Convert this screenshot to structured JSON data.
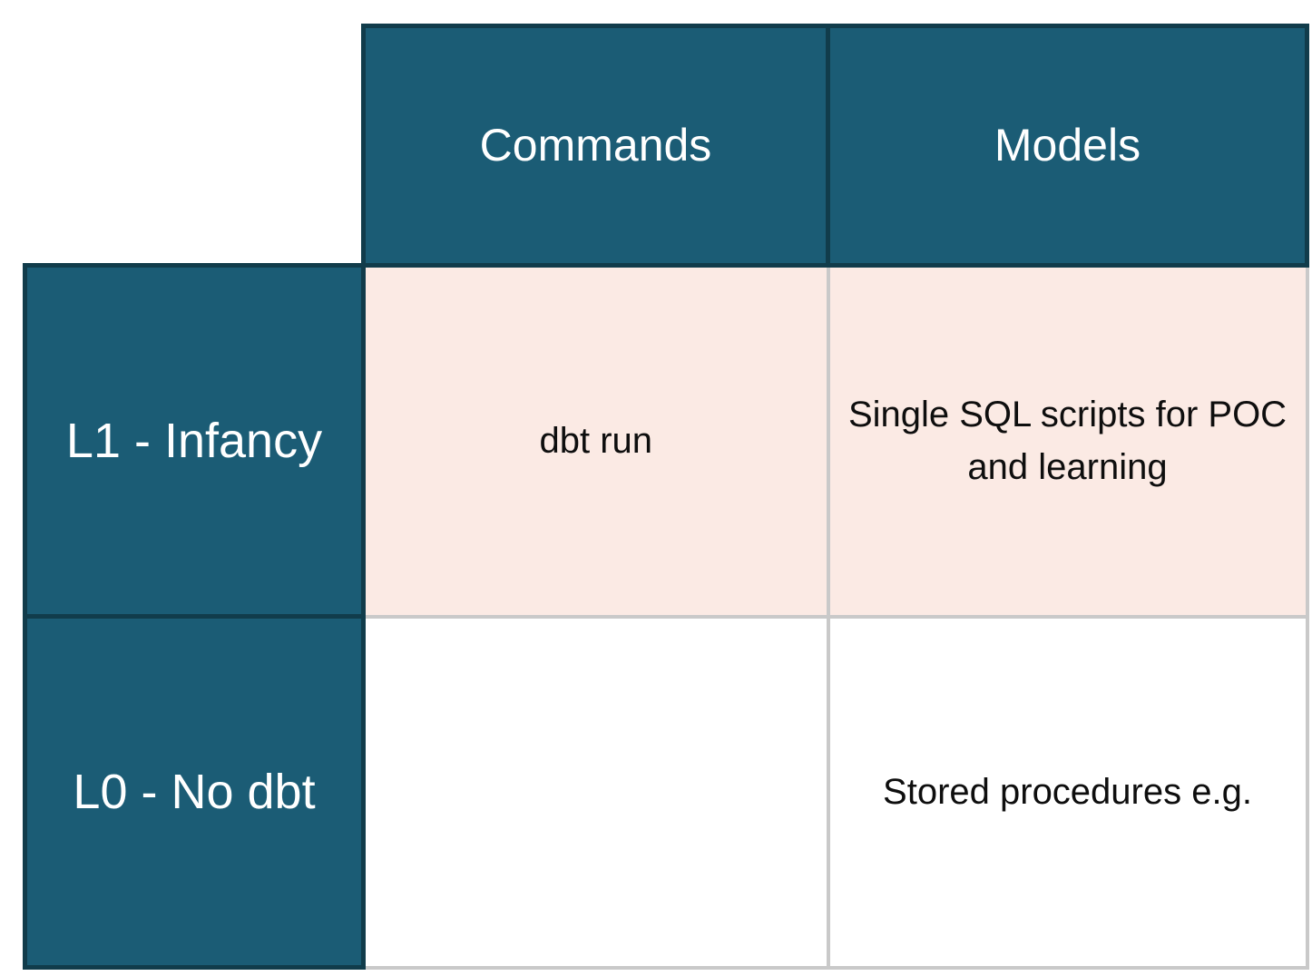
{
  "table": {
    "col_headers": [
      "Commands",
      "Models"
    ],
    "row_headers": [
      "L1 - Infancy",
      "L0 - No dbt"
    ],
    "rows": [
      {
        "header": "L1 - Infancy",
        "commands": "dbt run",
        "models": "Single SQL scripts for POC and learning"
      },
      {
        "header": "L0 - No dbt",
        "commands": "",
        "models": "Stored procedures e.g."
      }
    ]
  },
  "colors": {
    "header_bg": "#1b5c75",
    "header_border": "#113c4b",
    "header_text": "#ffffff",
    "l1_row_bg": "#fbeae4",
    "l0_row_bg": "#ffffff",
    "body_border": "#c9c9c9",
    "body_text": "#0e0e0e",
    "page_bg": "#ffffff"
  }
}
